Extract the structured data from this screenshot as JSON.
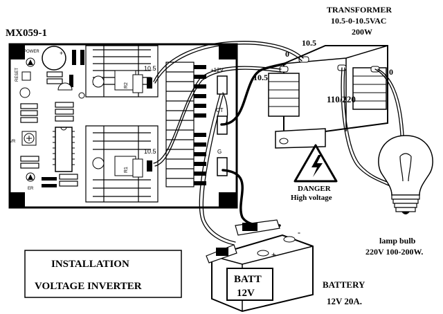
{
  "board": {
    "model": "MX059-1",
    "labels": {
      "power": "POWER",
      "reset": "RESET",
      "vr": "VR",
      "er": "ER",
      "r2": "R2",
      "r1": "R1",
      "out_top": "10.5",
      "out_bottom": "10.5",
      "plus12v": "+12V",
      "ct": "CT",
      "g": "G"
    }
  },
  "transformer": {
    "title": "TRANSFORMER",
    "rating": "10.5-0-10.5VAC",
    "power": "200W",
    "tap_10_5_top": "10.5",
    "tap_0_left": "0",
    "tap_10_5_left": "10.5",
    "tap_0_right": "0",
    "primary": "110/220"
  },
  "danger": {
    "line1": "DANGER",
    "line2": "High voltage"
  },
  "lamp": {
    "line1": "lamp bulb",
    "line2": "220V 100-200W."
  },
  "battery": {
    "label1": "BATT",
    "label2": "12V",
    "minus": "-",
    "plus": "+",
    "caption1": "BATTERY",
    "caption2": "12V 20A."
  },
  "installation_box": {
    "line1": "INSTALLATION",
    "line2": "VOLTAGE INVERTER"
  }
}
